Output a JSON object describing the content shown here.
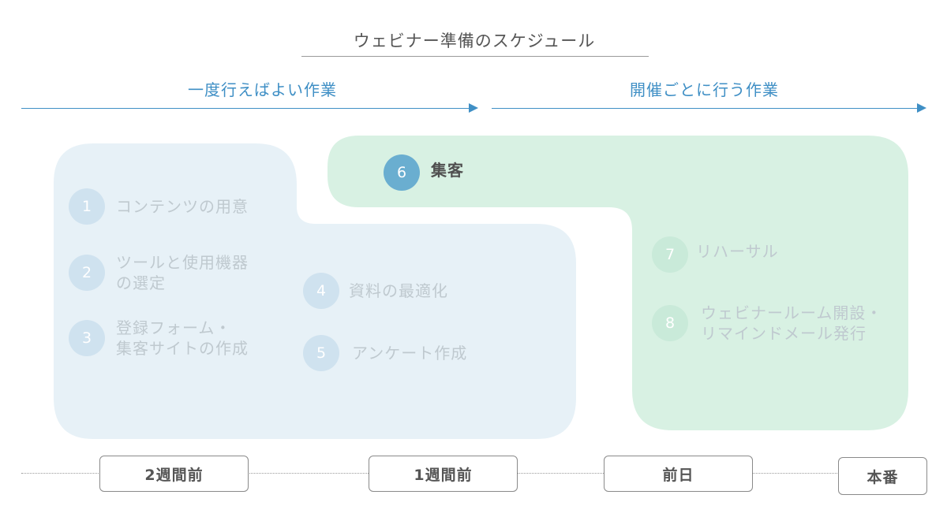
{
  "title": "ウェビナー準備のスケジュール",
  "sections": {
    "one_time": "一度行えばよい作業",
    "per_event": "開催ごとに行う作業"
  },
  "steps": [
    {
      "number": "1",
      "label": "コンテンツの用意",
      "group": "one_time",
      "state": "dim"
    },
    {
      "number": "2",
      "label": "ツールと使用機器\nの選定",
      "group": "one_time",
      "state": "dim"
    },
    {
      "number": "3",
      "label": "登録フォーム・\n集客サイトの作成",
      "group": "one_time",
      "state": "dim"
    },
    {
      "number": "4",
      "label": "資料の最適化",
      "group": "one_time",
      "state": "dim"
    },
    {
      "number": "5",
      "label": "アンケート作成",
      "group": "one_time",
      "state": "dim"
    },
    {
      "number": "6",
      "label": "集客",
      "group": "per_event",
      "state": "active"
    },
    {
      "number": "7",
      "label": "リハーサル",
      "group": "per_event",
      "state": "dim"
    },
    {
      "number": "8",
      "label": "ウェビナールーム開設・\nリマインドメール発行",
      "group": "per_event",
      "state": "dim"
    }
  ],
  "milestones": [
    "2週間前",
    "1週間前",
    "前日",
    "本番"
  ],
  "colors": {
    "accent": "#3f8fc5",
    "blue_area": "#e7f1f7",
    "green_area": "#d8f1e3",
    "active_circle": "#6aaed0"
  }
}
